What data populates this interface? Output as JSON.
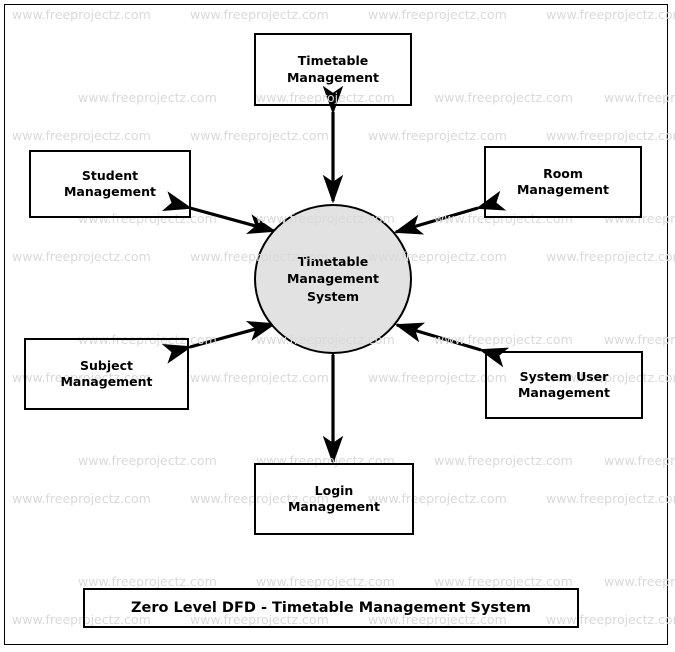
{
  "diagram": {
    "type": "data-flow-diagram",
    "level": "Zero Level DFD",
    "caption": "Zero Level DFD - Timetable Management System",
    "process": {
      "name": "Timetable Management System",
      "label": "Timetable\nManagement\nSystem",
      "shape": "circle",
      "fill_color": "#e2e2e2",
      "stroke_color": "#000000"
    },
    "entities": [
      {
        "id": "timetable-management",
        "label": "Timetable\nManagement",
        "name": "Timetable Management",
        "position": "top"
      },
      {
        "id": "student-management",
        "label": "Student\nManagement",
        "name": "Student Management",
        "position": "top-left"
      },
      {
        "id": "room-management",
        "label": "Room\nManagement",
        "name": "Room Management",
        "position": "top-right"
      },
      {
        "id": "subject-management",
        "label": "Subject\nManagement",
        "name": "Subject Management",
        "position": "bottom-left"
      },
      {
        "id": "system-user-management",
        "label": "System User\nManagement",
        "name": "System User Management",
        "position": "bottom-right"
      },
      {
        "id": "login-management",
        "label": "Login\nManagement",
        "name": "Login Management",
        "position": "bottom"
      }
    ],
    "flows": [
      {
        "from": "timetable-management",
        "to": "process",
        "direction": "bidirectional"
      },
      {
        "from": "student-management",
        "to": "process",
        "direction": "bidirectional"
      },
      {
        "from": "room-management",
        "to": "process",
        "direction": "bidirectional"
      },
      {
        "from": "subject-management",
        "to": "process",
        "direction": "bidirectional"
      },
      {
        "from": "system-user-management",
        "to": "process",
        "direction": "bidirectional"
      },
      {
        "from": "login-management",
        "to": "process",
        "direction": "bidirectional"
      }
    ],
    "watermark": {
      "text": "www.freeprojectz.com",
      "color": "#d9d9d9"
    }
  }
}
